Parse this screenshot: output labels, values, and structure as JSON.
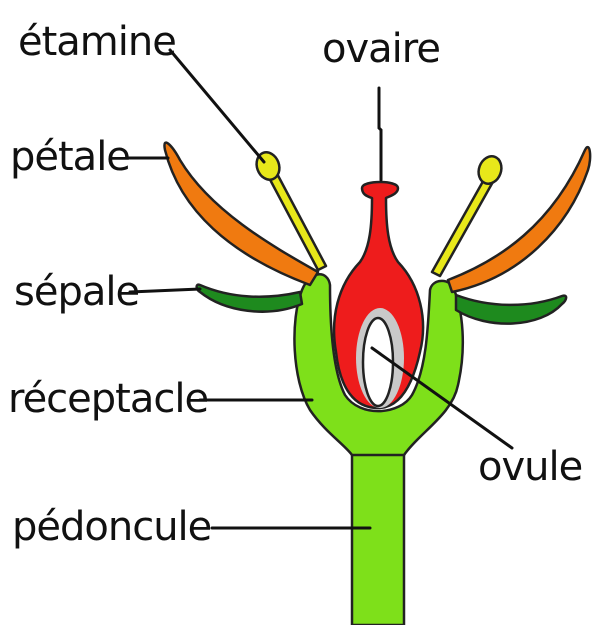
{
  "labels": {
    "etamine": "étamine",
    "ovaire": "ovaire",
    "petale": "pétale",
    "sepale": "sépale",
    "receptacle": "réceptacle",
    "ovule": "ovule",
    "pedoncule": "pédoncule"
  },
  "colors": {
    "receptacle_green": "#7ee01a",
    "sepal_green": "#1e8a1e",
    "petal_orange": "#f07a10",
    "stamen_yellow": "#e8e81a",
    "pistil_red": "#ee1c1c",
    "ovule_white": "#ffffff",
    "outline": "#222222"
  }
}
